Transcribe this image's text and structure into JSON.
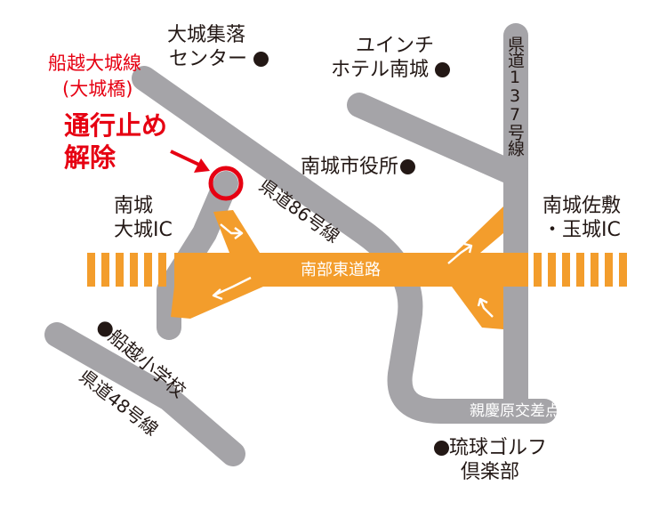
{
  "colors": {
    "road_gray": "#a5a4a8",
    "expressway_orange": "#f39d2c",
    "closure_red": "#e60012",
    "text": "#231815",
    "poi_dot": "#231815"
  },
  "bridge": {
    "name_line1": "船越大城線",
    "name_line2": "(大城橋)"
  },
  "notice": {
    "line1": "通行止め",
    "line2": "解除"
  },
  "roads": {
    "expressway": "南部東道路",
    "pref86": "県道86号線",
    "pref48": "県道48号線",
    "pref137": "県道137号線",
    "intersection": "親慶原交差点"
  },
  "interchanges": {
    "ozato_line1": "南城",
    "ozato_line2": "大城IC",
    "sashiki_line1": "南城佐敷",
    "sashiki_line2": "・玉城IC"
  },
  "pois": {
    "ozato_center_line1": "大城集落",
    "ozato_center_line2": "センター",
    "hotel_line1": "ユインチ",
    "hotel_line2": "ホテル南城",
    "city_hall": "南城市役所",
    "school": "船越小学校",
    "golf_line1": "琉球ゴルフ",
    "golf_line2": "倶楽部"
  }
}
